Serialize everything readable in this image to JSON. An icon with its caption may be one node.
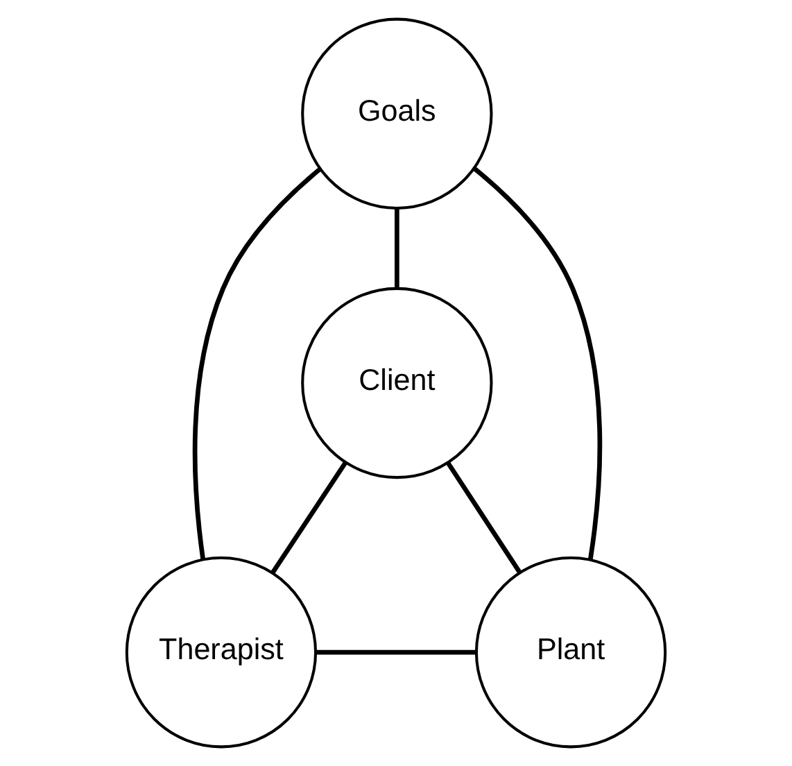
{
  "diagram": {
    "nodes": [
      {
        "text": [
          "Goals"
        ]
      },
      {
        "text": [
          "Client"
        ]
      },
      {
        "text": [
          "Therapist"
        ]
      },
      {
        "text": [
          "Plant"
        ]
      }
    ],
    "edges": [
      {
        "from": 0,
        "to": 1,
        "arrow": "none"
      },
      {
        "from": 0,
        "to": 2,
        "arrow": "none"
      },
      {
        "from": 0,
        "to": 3,
        "arrow": "none"
      },
      {
        "from": 1,
        "to": 2,
        "arrow": "none"
      },
      {
        "from": 1,
        "to": 3,
        "arrow": "none"
      },
      {
        "from": 2,
        "to": 3,
        "arrow": "none"
      }
    ]
  }
}
